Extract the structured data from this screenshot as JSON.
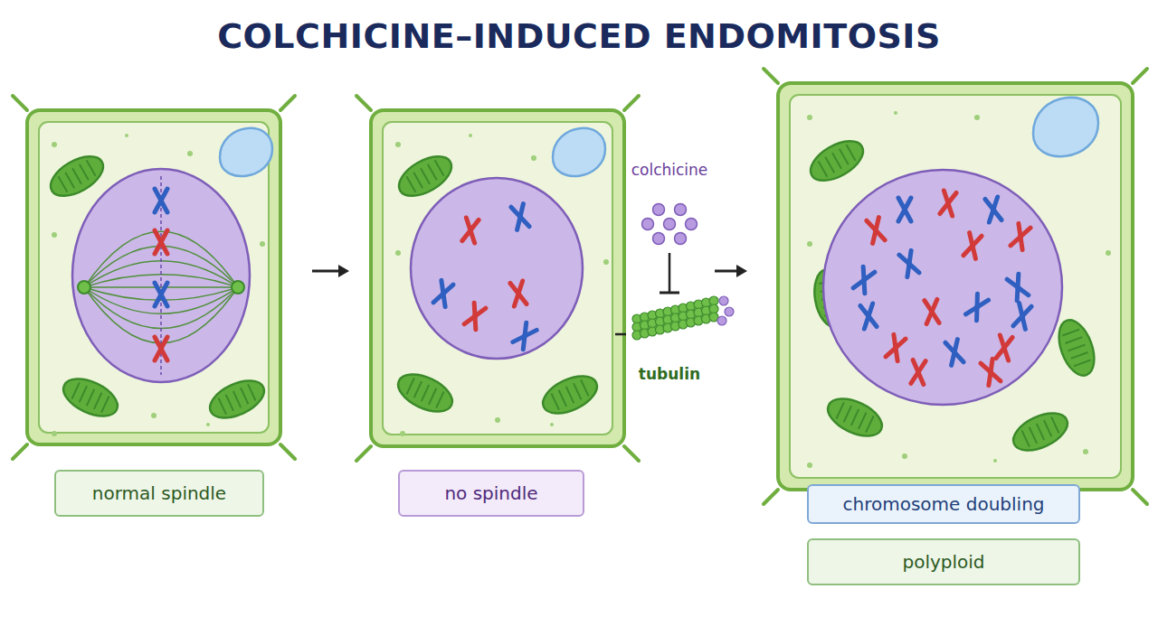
{
  "diagram": {
    "title": "COLCHICINE–INDUCED ENDOMITOSIS",
    "nodes": [
      {
        "text": [
          "normal spindle"
        ]
      },
      {
        "text": [
          "no spindle"
        ]
      },
      {
        "text": [
          "chromosome doubling"
        ]
      },
      {
        "text": [
          "polyploid"
        ]
      }
    ],
    "labels": [
      "colchicine",
      "tubulin"
    ]
  }
}
